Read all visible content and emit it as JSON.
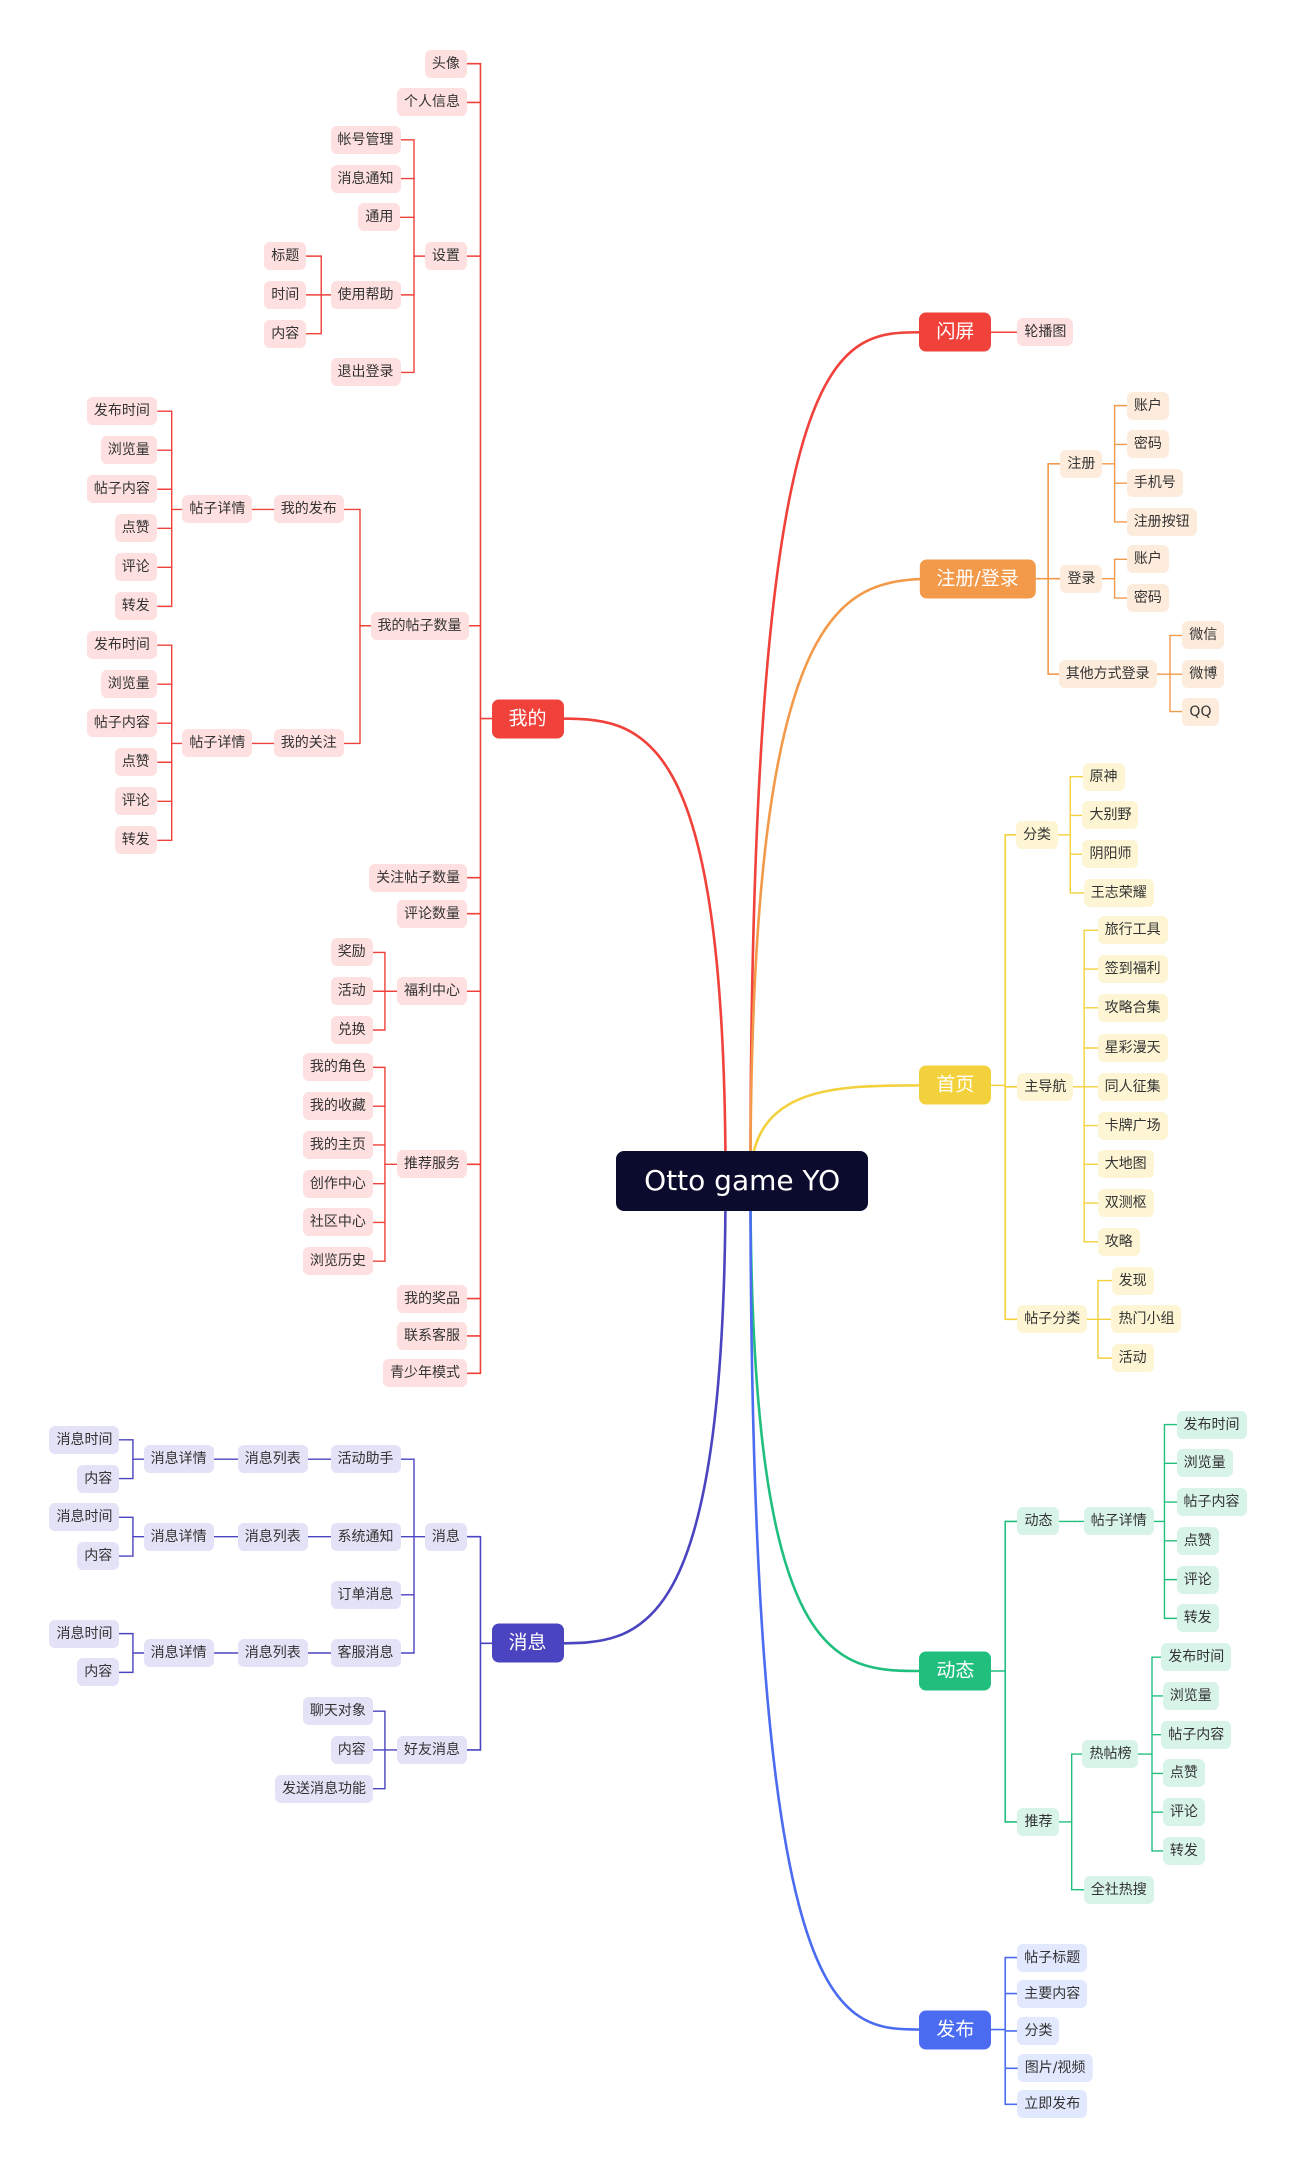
{
  "root": {
    "label": "Otto game YO"
  },
  "colors": {
    "red": "#f0413b",
    "orange": "#f29a4a",
    "yellow": "#f3d13c",
    "green": "#20bf7e",
    "blue": "#4b6cf0",
    "purple": "#4b44c0",
    "root_bg": "#0b0b2e"
  },
  "branches": {
    "splash": {
      "label": "闪屏",
      "children": [
        {
          "label": "轮播图"
        }
      ]
    },
    "auth": {
      "label": "注册/登录",
      "children": [
        {
          "label": "注册",
          "children": [
            {
              "label": "账户"
            },
            {
              "label": "密码"
            },
            {
              "label": "手机号"
            },
            {
              "label": "注册按钮"
            }
          ]
        },
        {
          "label": "登录",
          "children": [
            {
              "label": "账户"
            },
            {
              "label": "密码"
            }
          ]
        },
        {
          "label": "其他方式登录",
          "children": [
            {
              "label": "微信"
            },
            {
              "label": "微博"
            },
            {
              "label": "QQ"
            }
          ]
        }
      ]
    },
    "home": {
      "label": "首页",
      "children": [
        {
          "label": "分类",
          "children": [
            {
              "label": "原神"
            },
            {
              "label": "大别野"
            },
            {
              "label": "阴阳师"
            },
            {
              "label": "王志荣耀"
            }
          ]
        },
        {
          "label": "主导航",
          "children": [
            {
              "label": "旅行工具"
            },
            {
              "label": "签到福利"
            },
            {
              "label": "攻略合集"
            },
            {
              "label": "星彩漫天"
            },
            {
              "label": "同人征集"
            },
            {
              "label": "卡牌广场"
            },
            {
              "label": "大地图"
            },
            {
              "label": "双测枢"
            },
            {
              "label": "攻略"
            }
          ]
        },
        {
          "label": "帖子分类",
          "children": [
            {
              "label": "发现"
            },
            {
              "label": "热门小组"
            },
            {
              "label": "活动"
            }
          ]
        }
      ]
    },
    "feed": {
      "label": "动态",
      "children": [
        {
          "label": "动态",
          "children": [
            {
              "label": "帖子详情",
              "children": [
                {
                  "label": "发布时间"
                },
                {
                  "label": "浏览量"
                },
                {
                  "label": "帖子内容"
                },
                {
                  "label": "点赞"
                },
                {
                  "label": "评论"
                },
                {
                  "label": "转发"
                }
              ]
            }
          ]
        },
        {
          "label": "推荐",
          "children": [
            {
              "label": "热帖榜",
              "children": [
                {
                  "label": "发布时间"
                },
                {
                  "label": "浏览量"
                },
                {
                  "label": "帖子内容"
                },
                {
                  "label": "点赞"
                },
                {
                  "label": "评论"
                },
                {
                  "label": "转发"
                }
              ]
            },
            {
              "label": "全社热搜"
            }
          ]
        }
      ]
    },
    "publish": {
      "label": "发布",
      "children": [
        {
          "label": "帖子标题"
        },
        {
          "label": "主要内容"
        },
        {
          "label": "分类"
        },
        {
          "label": "图片/视频"
        },
        {
          "label": "立即发布"
        }
      ]
    },
    "mine": {
      "label": "我的",
      "children": [
        {
          "label": "头像"
        },
        {
          "label": "个人信息"
        },
        {
          "label": "设置",
          "children": [
            {
              "label": "帐号管理"
            },
            {
              "label": "消息通知"
            },
            {
              "label": "通用"
            },
            {
              "label": "使用帮助",
              "children": [
                {
                  "label": "标题"
                },
                {
                  "label": "时间"
                },
                {
                  "label": "内容"
                }
              ]
            },
            {
              "label": "退出登录"
            }
          ]
        },
        {
          "label": "我的帖子数量",
          "children": [
            {
              "label": "我的发布",
              "children": [
                {
                  "label": "帖子详情",
                  "children": [
                    {
                      "label": "发布时间"
                    },
                    {
                      "label": "浏览量"
                    },
                    {
                      "label": "帖子内容"
                    },
                    {
                      "label": "点赞"
                    },
                    {
                      "label": "评论"
                    },
                    {
                      "label": "转发"
                    }
                  ]
                }
              ]
            },
            {
              "label": "我的关注",
              "children": [
                {
                  "label": "帖子详情",
                  "children": [
                    {
                      "label": "发布时间"
                    },
                    {
                      "label": "浏览量"
                    },
                    {
                      "label": "帖子内容"
                    },
                    {
                      "label": "点赞"
                    },
                    {
                      "label": "评论"
                    },
                    {
                      "label": "转发"
                    }
                  ]
                }
              ]
            }
          ]
        },
        {
          "label": "关注帖子数量"
        },
        {
          "label": "评论数量"
        },
        {
          "label": "福利中心",
          "children": [
            {
              "label": "奖励"
            },
            {
              "label": "活动"
            },
            {
              "label": "兑换"
            }
          ]
        },
        {
          "label": "推荐服务",
          "children": [
            {
              "label": "我的角色"
            },
            {
              "label": "我的收藏"
            },
            {
              "label": "我的主页"
            },
            {
              "label": "创作中心"
            },
            {
              "label": "社区中心"
            },
            {
              "label": "浏览历史"
            }
          ]
        },
        {
          "label": "我的奖品"
        },
        {
          "label": "联系客服"
        },
        {
          "label": "青少年模式"
        }
      ]
    },
    "messages": {
      "label": "消息",
      "children": [
        {
          "label": "消息",
          "children": [
            {
              "label": "活动助手",
              "children": [
                {
                  "label": "消息列表",
                  "children": [
                    {
                      "label": "消息详情",
                      "children": [
                        {
                          "label": "消息时间"
                        },
                        {
                          "label": "内容"
                        }
                      ]
                    }
                  ]
                }
              ]
            },
            {
              "label": "系统通知",
              "children": [
                {
                  "label": "消息列表",
                  "children": [
                    {
                      "label": "消息详情",
                      "children": [
                        {
                          "label": "消息时间"
                        },
                        {
                          "label": "内容"
                        }
                      ]
                    }
                  ]
                }
              ]
            },
            {
              "label": "订单消息"
            },
            {
              "label": "客服消息",
              "children": [
                {
                  "label": "消息列表",
                  "children": [
                    {
                      "label": "消息详情",
                      "children": [
                        {
                          "label": "消息时间"
                        },
                        {
                          "label": "内容"
                        }
                      ]
                    }
                  ]
                }
              ]
            }
          ]
        },
        {
          "label": "好友消息",
          "children": [
            {
              "label": "聊天对象"
            },
            {
              "label": "内容"
            },
            {
              "label": "发送消息功能"
            }
          ]
        }
      ]
    }
  }
}
